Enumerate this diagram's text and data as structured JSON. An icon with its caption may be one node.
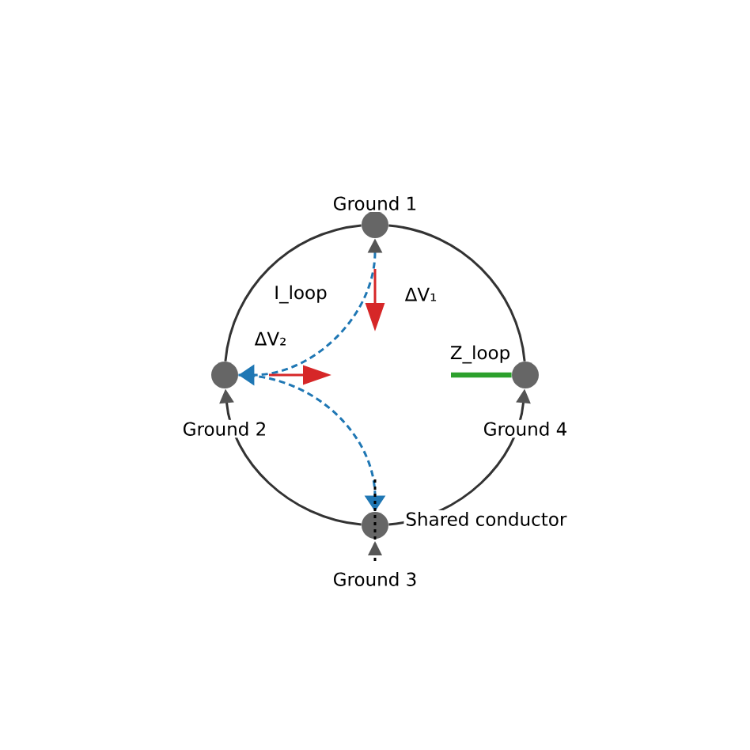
{
  "diagram": {
    "nodes": [
      {
        "text": [
          "Ground 1"
        ]
      },
      {
        "text": [
          "Ground 2"
        ]
      },
      {
        "text": [
          "Ground 3"
        ]
      },
      {
        "text": [
          "Ground 4"
        ]
      }
    ],
    "edges": [
      {
        "from": 0,
        "to": 1,
        "arrow": "none"
      },
      {
        "from": 2,
        "to": 1,
        "arrow": "to"
      },
      {
        "from": 2,
        "to": 3,
        "arrow": "to"
      },
      {
        "from": 3,
        "to": 0,
        "arrow": "none"
      },
      {
        "from": 0,
        "to": 1,
        "arrow": "both",
        "style": "dashed",
        "color": "#1f77b4"
      },
      {
        "from": 1,
        "to": 2,
        "arrow": "to",
        "style": "dashed",
        "color": "#1f77b4"
      },
      {
        "from": null,
        "to": 3,
        "arrow": "none",
        "label": "Z_loop",
        "style": "thick",
        "color": "#2ca02c"
      }
    ],
    "labels": [
      "I_loop",
      "ΔV₁",
      "ΔV₂",
      "Shared conductor"
    ]
  }
}
